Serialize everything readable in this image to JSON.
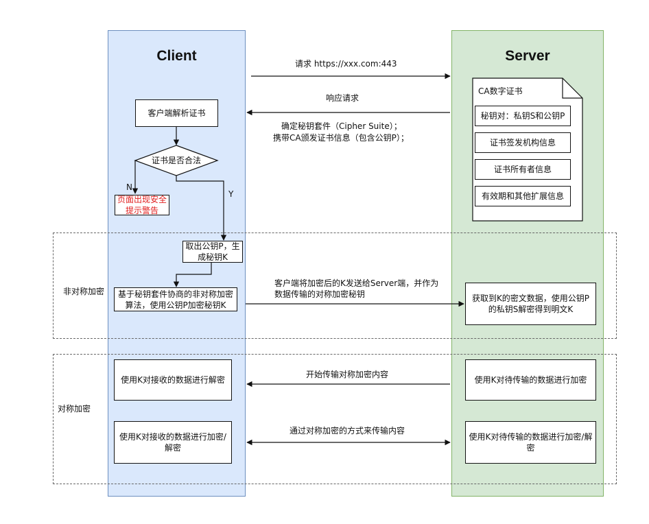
{
  "client": {
    "title": "Client",
    "parse_cert": "客户端解析证书",
    "decision": "证书是否合法",
    "no_label": "N",
    "yes_label": "Y",
    "warning": "页面出现安全提示警告",
    "gen_key": "取出公钥P，生成秘钥K",
    "encrypt_key": "基于秘钥套件协商的非对称加密算法，使用公钥P加密秘钥K",
    "decrypt_received": "使用K对接收的数据进行解密",
    "encdec_received": "使用K对接收的数据进行加密/解密"
  },
  "server": {
    "title": "Server",
    "cert_title": "CA数字证书",
    "cert_items": [
      "秘钥对：私钥S和公钥P",
      "证书签发机构信息",
      "证书所有者信息",
      "有效期和其他扩展信息"
    ],
    "decrypt_key": "获取到K的密文数据，使用公钥P的私钥S解密得到明文K",
    "encrypt_transfer": "使用K对待传输的数据进行加密",
    "encdec_transfer": "使用K对待传输的数据进行加密/解密"
  },
  "zones": {
    "asymmetric": "非对称加密",
    "symmetric": "对称加密"
  },
  "messages": {
    "request": "请求 https://xxx.com:443",
    "response": "响应请求",
    "response_detail_1": "确定秘钥套件（Cipher Suite）；",
    "response_detail_2": "携带CA颁发证书信息（包含公钥P）；",
    "send_key_1": "客户端将加密后的K发送给Server端，并作为",
    "send_key_2": "数据传输的对称加密秘钥",
    "start_transfer": "开始传输对称加密内容",
    "sym_transfer": "通过对称加密的方式来传输内容"
  },
  "colors": {
    "client_fill": "#dae8fc",
    "client_stroke": "#6c8ebf",
    "server_fill": "#d5e8d4",
    "server_stroke": "#82b366",
    "warning_text": "#e02020"
  }
}
